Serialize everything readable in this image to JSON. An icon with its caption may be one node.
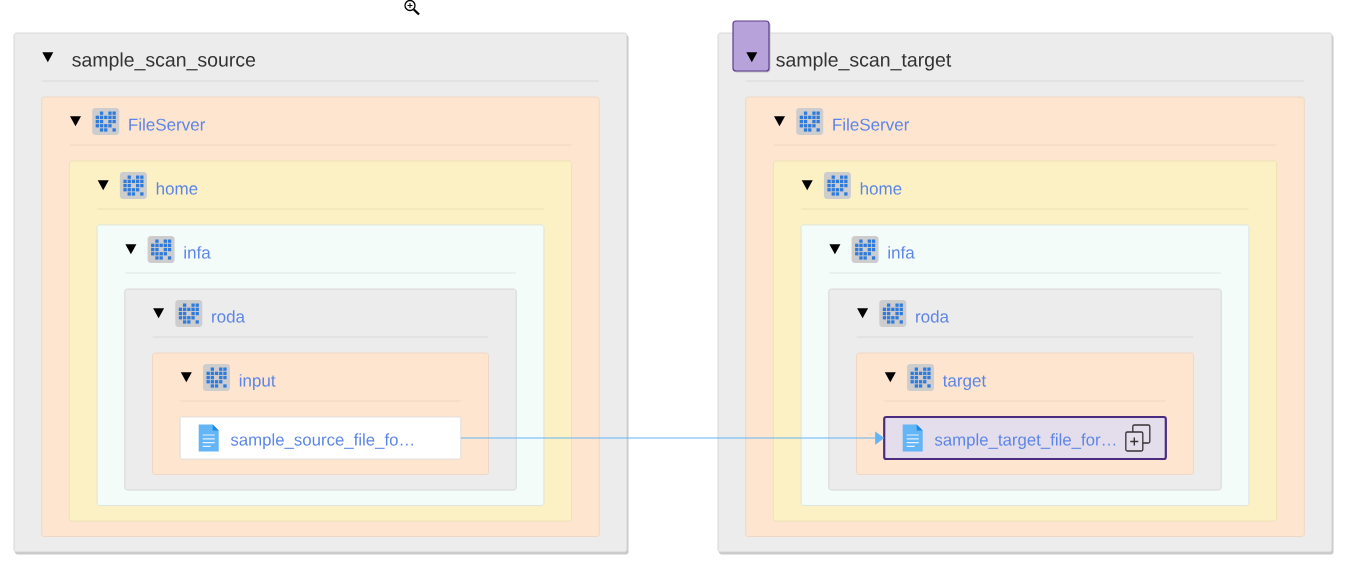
{
  "diagram": {
    "nodes": [
      {
        "text": [
          "sample_scan_source"
        ]
      },
      {
        "text": [
          "FileServer"
        ],
        "in": 0
      },
      {
        "text": [
          "home"
        ],
        "in": 1
      },
      {
        "text": [
          "infa"
        ],
        "in": 2
      },
      {
        "text": [
          "roda"
        ],
        "in": 3
      },
      {
        "text": [
          "input"
        ],
        "in": 4
      },
      {
        "text": [
          "sample_source_file_fo…"
        ],
        "in": 5
      },
      {
        "text": [
          "sample_scan_target"
        ]
      },
      {
        "text": [
          "FileServer"
        ],
        "in": 7
      },
      {
        "text": [
          "home"
        ],
        "in": 8
      },
      {
        "text": [
          "infa"
        ],
        "in": 9
      },
      {
        "text": [
          "roda"
        ],
        "in": 10
      },
      {
        "text": [
          "target"
        ],
        "in": 11
      },
      {
        "text": [
          "sample_target_file_for…"
        ],
        "in": 12
      }
    ],
    "edges": [
      {
        "from": 6,
        "to": 13,
        "arrow": "to"
      }
    ]
  }
}
